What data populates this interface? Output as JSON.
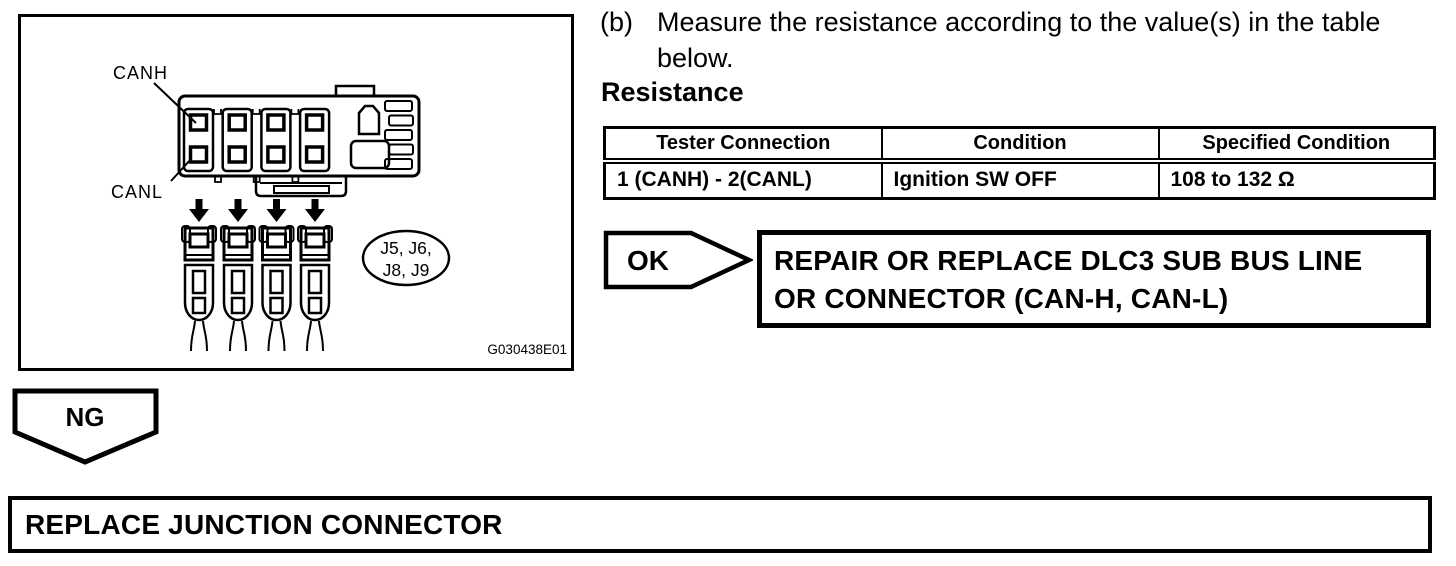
{
  "colors": {
    "ink": "#000000",
    "paper": "#ffffff"
  },
  "figure": {
    "label_canh": "CANH",
    "label_canl": "CANL",
    "junction_oval_line1": "J5, J6,",
    "junction_oval_line2": "J8, J9",
    "figure_code": "G030438E01"
  },
  "step": {
    "marker": "(b)",
    "text": "Measure the resistance according to the value(s) in the table below."
  },
  "resistance_heading": "Resistance",
  "table": {
    "headers": [
      "Tester Connection",
      "Condition",
      "Specified Condition"
    ],
    "rows": [
      [
        "1 (CANH) - 2(CANL)",
        "Ignition SW OFF",
        "108 to 132 Ω"
      ]
    ]
  },
  "ok_flow": {
    "label": "OK",
    "action_line1": "REPAIR OR REPLACE DLC3 SUB BUS LINE",
    "action_line2": "OR CONNECTOR (CAN-H, CAN-L)"
  },
  "ng_flow": {
    "label": "NG",
    "action": "REPLACE JUNCTION CONNECTOR"
  }
}
